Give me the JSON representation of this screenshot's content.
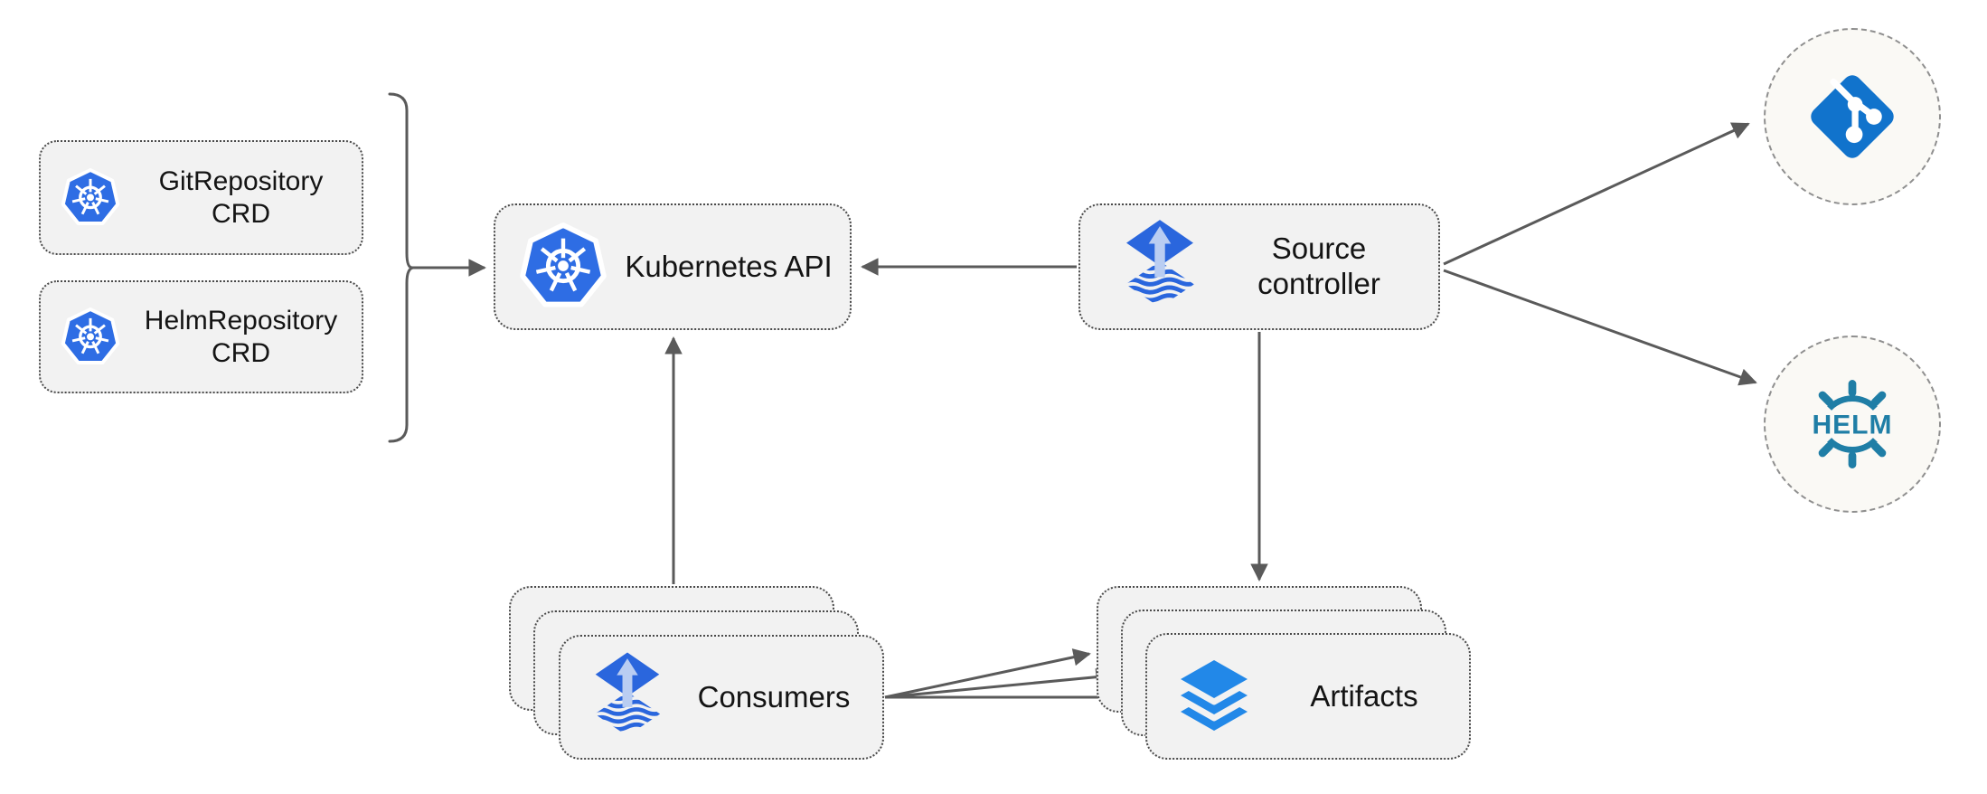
{
  "diagram": {
    "title_hint": "Flux source-controller architecture diagram",
    "nodes": {
      "git_repository_crd": {
        "line1": "GitRepository",
        "line2": "CRD",
        "icon": "kubernetes-icon"
      },
      "helm_repository_crd": {
        "line1": "HelmRepository",
        "line2": "CRD",
        "icon": "kubernetes-icon"
      },
      "kubernetes_api": {
        "label": "Kubernetes API",
        "icon": "kubernetes-icon"
      },
      "source_controller": {
        "line1": "Source",
        "line2": "controller",
        "icon": "flux-source-icon"
      },
      "consumers": {
        "label": "Consumers",
        "icon": "flux-source-icon",
        "stacked": 3
      },
      "artifacts": {
        "label": "Artifacts",
        "icon": "layers-icon",
        "stacked": 3
      },
      "git_endpoint": {
        "icon": "git-icon"
      },
      "helm_endpoint": {
        "icon": "helm-icon",
        "badge_text": "HELM"
      }
    },
    "edges": [
      {
        "from": "crd-brace",
        "to": "kubernetes_api"
      },
      {
        "from": "source_controller",
        "to": "kubernetes_api"
      },
      {
        "from": "source_controller",
        "to": "git_endpoint"
      },
      {
        "from": "source_controller",
        "to": "helm_endpoint"
      },
      {
        "from": "source_controller",
        "to": "artifacts"
      },
      {
        "from": "consumers",
        "to": "kubernetes_api"
      },
      {
        "from": "consumers",
        "to": "artifacts",
        "count": 3
      }
    ],
    "colors": {
      "background": "#ffffff",
      "node_fill": "#f2f2f2",
      "node_border": "#4a4a4a",
      "circle_fill": "#faf9f5",
      "circle_border": "#8f8f8f",
      "connector_gray": "#5a5a5a",
      "text": "#141414",
      "kubernetes_blue": "#2e6de4",
      "flux_blue": "#2a66dd",
      "flux_arrow_light": "#b9cdf2",
      "layers_blue": "#2288e8",
      "git_blue": "#1173cc",
      "helm_teal": "#1f7ea6"
    }
  }
}
